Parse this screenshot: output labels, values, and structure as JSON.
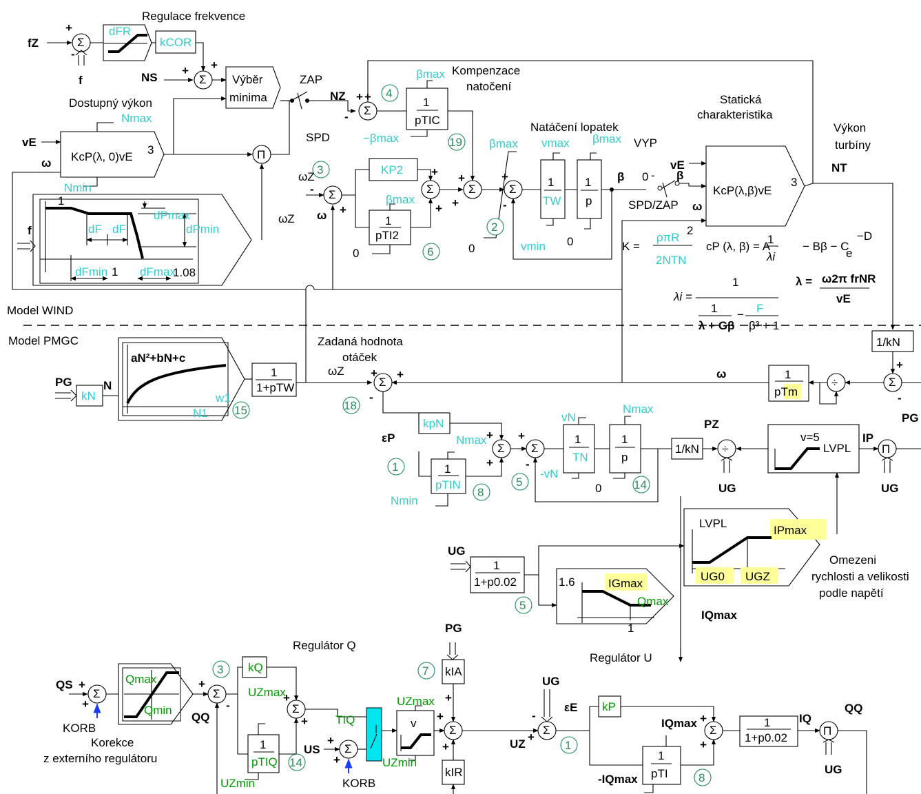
{
  "labels": {
    "regulace_frekvence": "Regulace frekvence",
    "fz": "fZ",
    "f": "f",
    "dfr": "dFR",
    "kcor": "kCOR",
    "ns": "NS",
    "vyber": "Výběr",
    "minima": "minima",
    "zap": "ZAP",
    "spd": "SPD",
    "nz": "NZ",
    "dostupny": "Dostupný výkon",
    "ve": "vE",
    "nmax": "Nmax",
    "nmin": "Nmin",
    "kcp0": "KcP(λ, 0)vE",
    "omega": "ω",
    "pi": "Π",
    "one": "1",
    "dpmax": "dPmax",
    "dpmin": "dPmin",
    "df": "dF",
    "dfmin": "dFmin",
    "dfmax": "dFmax",
    "v108": "1.08",
    "kompenzace": "Kompenzace",
    "natoceni": "natočení",
    "bmax": "βmax",
    "mbmax": "−βmax",
    "ptic": "pTIC",
    "kp2": "KP2",
    "pti2": "pTI2",
    "zero": "0",
    "omega_z": "ωZ",
    "natacenilopatek": "Natáčení lopatek",
    "vmax": "vmax",
    "vmin": "vmin",
    "tw": "TW",
    "p": "p",
    "beta": "β",
    "vyp": "VYP",
    "spdzap": "SPD/ZAP",
    "staticka": "Statická",
    "charakteristika": "charakteristika",
    "kcpb": "KcP(λ,β)vE",
    "vykon": "Výkon",
    "turbiny": "turbíny",
    "nt": "NT",
    "kf": "K =",
    "kf_num": "ρπR",
    "kf_den": "2NTN",
    "cp": "cP (λ, β) = A",
    "cp_rest": "− Bβ − C",
    "cp_exp": "−D",
    "li": "λi =",
    "lgb": "λ + Gβ",
    "lf": "F",
    "lb3": "β³ + 1",
    "lam": "λ =",
    "lam_num": "ω2π frNR",
    "lam_den": "vE",
    "model_wind": "Model WIND",
    "model_pmgc": "Model PMGC",
    "pg": "PG",
    "kn": "kN",
    "n": "N",
    "an2": "aN²+bN+c",
    "w1": "w1",
    "n1": "N1",
    "onepTW": "1+pTW",
    "zadana": "Zadaná hodnota",
    "otacek": "otáček",
    "onekn": "1/kN",
    "ptm": "pTm",
    "epsp": "εP",
    "kpn": "kpN",
    "ptin": "pTIN",
    "vn": "vN",
    "mvn": "-vN",
    "tn": "TN",
    "pz": "PZ",
    "ug": "UG",
    "v5": "v=5",
    "lvpl": "LVPL",
    "ip": "IP",
    "ipmax": "IPmax",
    "ug0": "UG0",
    "ugz": "UGZ",
    "omezeni1": "Omezeni",
    "omezeni2": "rychlosti a velikosti",
    "omezeni3": "podle napětí",
    "iqmax": "IQmax",
    "miqmax": "-IQmax",
    "one002": "1+p0.02",
    "v16": "1.6",
    "igmax": "IGmax",
    "qmax": "Qmax",
    "qmin": "Qmin",
    "regq": "Regulátor Q",
    "qs": "QS",
    "korb": "KORB",
    "korekce1": "Korekce",
    "korekce2": "z externího regulátoru",
    "qq": "QQ",
    "kq": "kQ",
    "uzmax": "UZmax",
    "uzmin": "UZmin",
    "ptiq": "pTIQ",
    "tiq": "TIQ",
    "us": "US",
    "v": "v",
    "kia": "kIA",
    "kir": "kIR",
    "regu": "Regulátor U",
    "kp": "kP",
    "epse": "εE",
    "uz": "UZ",
    "pti": "pTI",
    "iq": "IQ",
    "plus": "+",
    "minus": "-",
    "sigma": "Σ"
  },
  "circled_numbers": [
    "4",
    "19",
    "3",
    "6",
    "2",
    "15",
    "18",
    "1",
    "8",
    "5",
    "14",
    "5",
    "3",
    "14",
    "7",
    "1",
    "8"
  ]
}
